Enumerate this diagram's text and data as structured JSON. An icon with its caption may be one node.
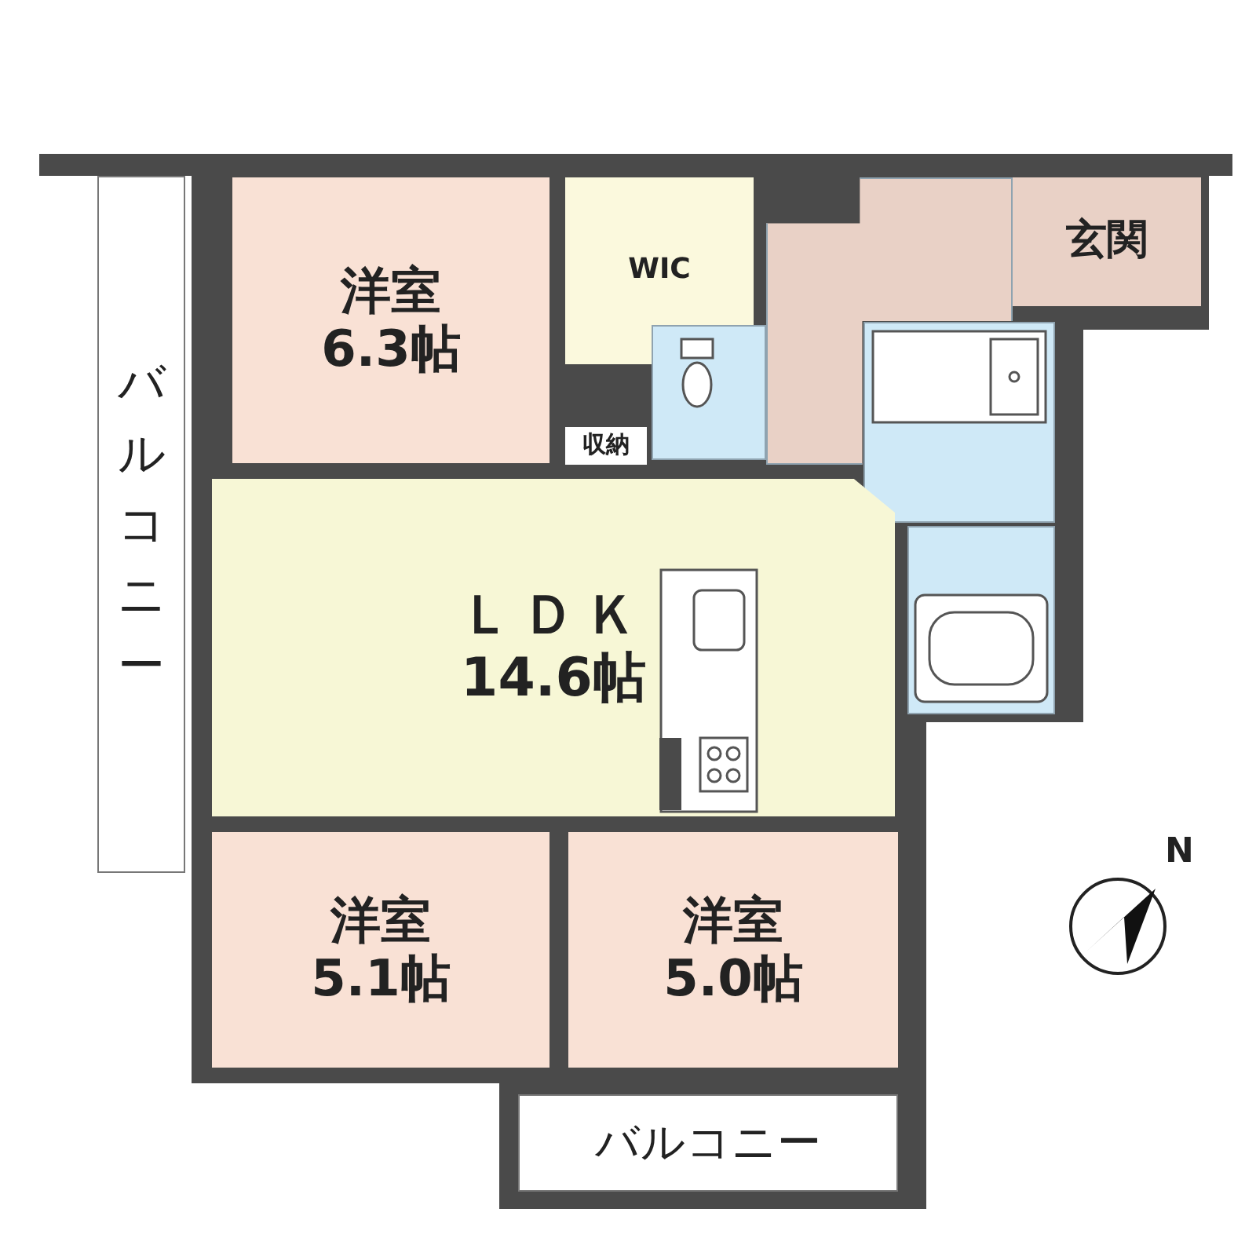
{
  "diagram": {
    "nodes": [
      {
        "text": [
          "バルコニー"
        ]
      },
      {
        "text": [
          "洋室",
          "6.3帖"
        ]
      },
      {
        "text": [
          "WIC"
        ]
      },
      {
        "text": [
          "収納"
        ]
      },
      {
        "text": [],
        "shape": "box"
      },
      {
        "text": [],
        "shape": "box"
      },
      {
        "text": [
          "玄関"
        ]
      },
      {
        "text": [],
        "shape": "box"
      },
      {
        "text": [],
        "shape": "box"
      },
      {
        "text": [
          "ＬＤＫ",
          "14.6帖"
        ]
      },
      {
        "text": [
          "洋室",
          "5.1帖"
        ]
      },
      {
        "text": [
          "洋室",
          "5.0帖"
        ]
      },
      {
        "text": [
          "バルコニー"
        ]
      }
    ],
    "labels": [
      "N"
    ]
  }
}
